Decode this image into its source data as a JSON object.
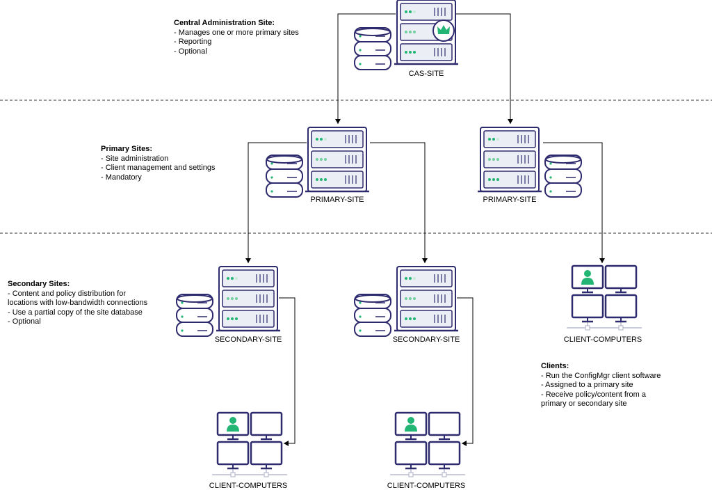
{
  "colors": {
    "outline": "#2e2a6e",
    "fill": "#ffffff",
    "bay": "#eceef6",
    "led": "#22b573",
    "led_mid": "#6fd0a0",
    "led_dim": "#c6ecd8",
    "user": "#22b573",
    "badge": "#22b573",
    "connector": "#000000",
    "divider": "#333333"
  },
  "icons": {
    "server": "server-rack-icon",
    "database": "database-icon",
    "clients": "client-computers-icon",
    "badge": "crown-badge-icon"
  },
  "sites": {
    "cas": "CAS-SITE",
    "primary_1": "PRIMARY-SITE",
    "primary_2": "PRIMARY-SITE",
    "secondary_1": "SECONDARY-SITE",
    "secondary_2": "SECONDARY-SITE"
  },
  "clients": {
    "group_1": "CLIENT-COMPUTERS",
    "group_2": "CLIENT-COMPUTERS",
    "group_3": "CLIENT-COMPUTERS"
  },
  "notes": {
    "cas": {
      "title": "Central Administration Site:",
      "items": [
        "- Manages one or more primary sites",
        "- Reporting",
        "- Optional"
      ]
    },
    "primary": {
      "title": "Primary Sites:",
      "items": [
        "- Site administration",
        "- Client management and settings",
        "- Mandatory"
      ]
    },
    "secondary": {
      "title": "Secondary Sites:",
      "items": [
        "- Content and policy distribution for",
        "locations with low-bandwidth connections",
        "- Use a partial copy of the site database",
        "- Optional"
      ]
    },
    "clients": {
      "title": "Clients:",
      "items": [
        "- Run the ConfigMgr client software",
        "- Assigned to a primary site",
        "- Receive policy/content from a",
        "primary or secondary site"
      ]
    }
  }
}
